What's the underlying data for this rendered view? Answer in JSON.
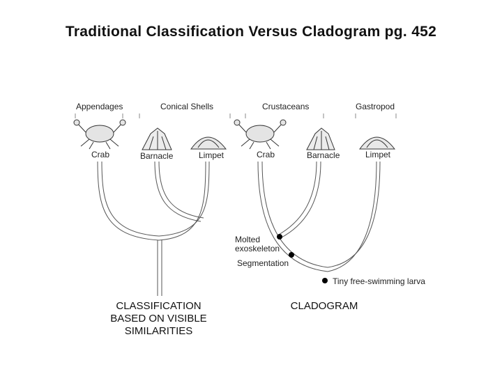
{
  "title": "Traditional Classification Versus Cladogram pg. 452",
  "classification": {
    "groups": [
      "Appendages",
      "Conical Shells"
    ],
    "organisms": [
      "Crab",
      "Barnacle",
      "Limpet"
    ],
    "caption_lines": [
      "CLASSIFICATION",
      "BASED ON VISIBLE",
      "SIMILARITIES"
    ]
  },
  "cladogram": {
    "groups": [
      "Crustaceans",
      "Gastropod"
    ],
    "organisms": [
      "Crab",
      "Barnacle",
      "Limpet"
    ],
    "traits": [
      "Molted exoskeleton",
      "Segmentation",
      "Tiny free-swimming larva"
    ],
    "molted_lines": [
      "Molted",
      "exoskeleton"
    ],
    "caption": "CLADOGRAM"
  }
}
